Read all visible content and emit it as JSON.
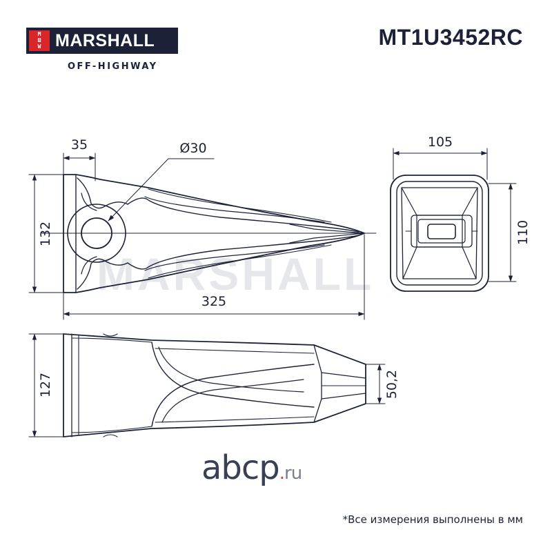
{
  "brand": {
    "logo_mark": [
      "M",
      "Ш",
      "W"
    ],
    "name": "MARSHALL",
    "subtitle": "OFF-HIGHWAY",
    "watermark": "MARSHALL",
    "colors": {
      "navy": "#1c2137",
      "red": "#d9262b"
    }
  },
  "part_number": "MT1U3452RC",
  "dimensions": {
    "d35": "35",
    "dia30": "Ø30",
    "d132": "132",
    "d325": "325",
    "d105": "105",
    "d110": "110",
    "d127": "127",
    "d50_2": "50,2"
  },
  "shop_mark": {
    "main": "abcp",
    "dot": ".",
    "tld": "ru"
  },
  "footnote": "*Все измерения выполнены в мм"
}
